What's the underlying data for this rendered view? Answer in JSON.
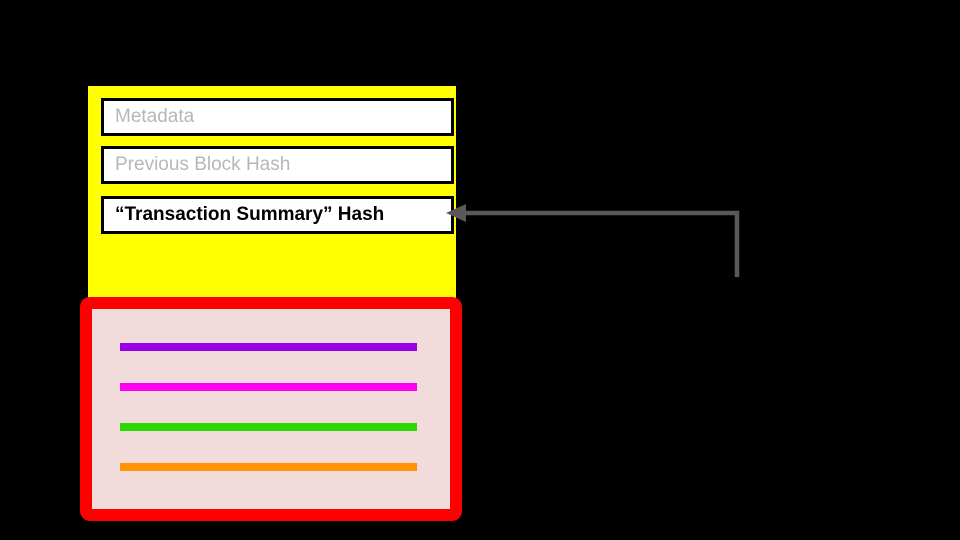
{
  "canvas": {
    "background": "#000000"
  },
  "block": {
    "fill": "#ffff00",
    "fields": [
      {
        "label": "Metadata",
        "text_color": "#b7b7b7",
        "bold": false,
        "fill": "#ffffff",
        "border_color": "#000000"
      },
      {
        "label": "Previous Block Hash",
        "text_color": "#b7b7b7",
        "bold": false,
        "fill": "#ffffff",
        "border_color": "#000000"
      },
      {
        "label": "“Transaction Summary” Hash",
        "text_color": "#000000",
        "bold": true,
        "fill": "#ffffff",
        "border_color": "#000000"
      }
    ]
  },
  "transactions": {
    "border_color": "#ff0000",
    "fill": "#f2dcdb",
    "lines": [
      {
        "name": "transaction-1",
        "color": "#9900e6"
      },
      {
        "name": "transaction-2",
        "color": "#ff00f0"
      },
      {
        "name": "transaction-3",
        "color": "#2bd800"
      },
      {
        "name": "transaction-4",
        "color": "#ff9300"
      }
    ]
  },
  "arrow": {
    "color": "#595959"
  }
}
